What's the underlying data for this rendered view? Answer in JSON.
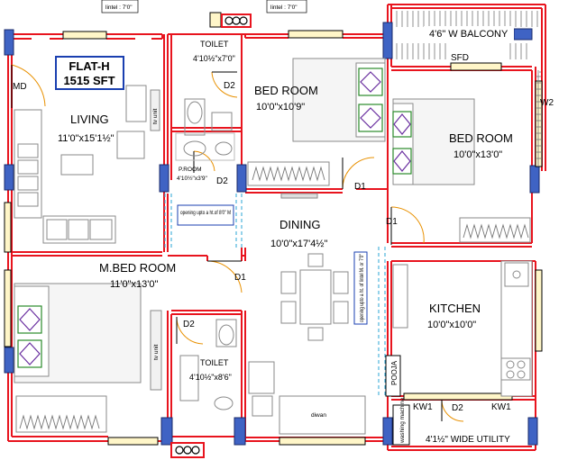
{
  "flat": {
    "name": "FLAT-H",
    "area": "1515 SFT"
  },
  "top_notes": {
    "note_left": "lintel : 7'0\"",
    "note_right": "lintel : 7'0\""
  },
  "rooms": {
    "living": {
      "label": "LIVING",
      "size": "11'0\"x15'1½\""
    },
    "bedroom_1": {
      "label": "BED ROOM",
      "size": "10'0\"x10'9\""
    },
    "bedroom_2": {
      "label": "BED ROOM",
      "size": "10'0\"x13'0\""
    },
    "toilet_1": {
      "label": "TOILET",
      "size": "4'10½\"x7'0\""
    },
    "proom": {
      "label": "P.ROOM",
      "size": "4'10½\"x3'9\""
    },
    "dining": {
      "label": "DINING",
      "size": "10'0\"x17'4½\""
    },
    "master_bedroom": {
      "label": "M.BED ROOM",
      "size": "11'0\"x13'0\""
    },
    "toilet_2": {
      "label": "TOILET",
      "size": "4'10½\"x8'6\""
    },
    "kitchen": {
      "label": "KITCHEN",
      "size": "10'0\"x10'0\""
    },
    "balcony": {
      "label": "4'6\" W BALCONY"
    },
    "utility": {
      "label": "4'1½\" WIDE UTILITY"
    }
  },
  "doors": {
    "md": "MD",
    "d1_bed": "D1",
    "d1_dining": "D1",
    "d1_mbed": "D1",
    "d2_toilet": "D2",
    "d2_proom": "D2",
    "d2_toilet2": "D2",
    "d2_utility": "D2"
  },
  "windows": {
    "sfd": "SFD",
    "w2": "W2",
    "kw1_left": "KW1",
    "kw1_right": "KW1"
  },
  "fixtures": {
    "tv_unit_1": "tv unit",
    "tv_unit_2": "tv unit",
    "pooja": "POOJA",
    "diwan": "diwan",
    "washing_machine": "washing machine"
  },
  "openings": {
    "opening_1": "opening upto a ht.of 8'0\" M",
    "opening_2": "opening upto a ht. of lintel M. or 7'0\""
  },
  "colors": {
    "wall": "#e8141e",
    "column": "#3f63c4",
    "window_frame": "#c8a000",
    "furniture": "#8a8a8a",
    "bed_pillow": "#6a2fa0",
    "opening_line": "#29a6d6",
    "flat_box": "#1a3fb0"
  }
}
